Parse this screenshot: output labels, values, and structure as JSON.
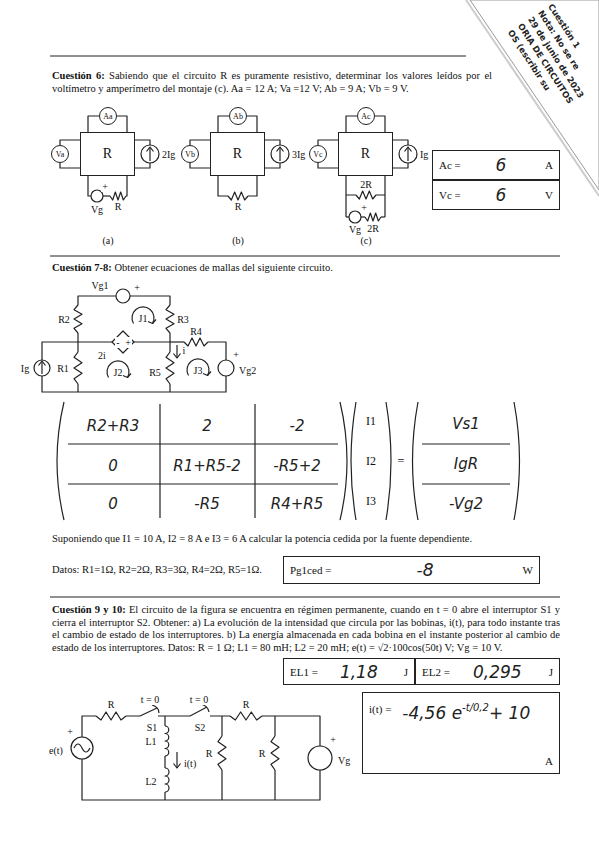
{
  "diagram": {
    "nodes": [
      {
        "text": [
          "Aa"
        ]
      },
      {
        "text": [
          "Va"
        ]
      },
      {
        "text": [
          "R"
        ]
      },
      {
        "text": [
          "Ab"
        ]
      },
      {
        "text": [
          "Vb"
        ]
      },
      {
        "text": [
          "R"
        ]
      },
      {
        "text": [
          "Ac"
        ]
      },
      {
        "text": [
          "Vc"
        ]
      },
      {
        "text": [
          "R"
        ]
      },
      {
        "text": [
          "Ac =",
          "6",
          "A"
        ]
      },
      {
        "text": [
          "Vc =",
          "6",
          "V"
        ]
      },
      {
        "text": [
          "Pg1ced =",
          "-8",
          "W"
        ]
      },
      {
        "text": [
          "EL1 =",
          "1,18",
          "J"
        ]
      },
      {
        "text": [
          "EL2 =",
          "0,295",
          "J"
        ]
      },
      {
        "text": [
          "i(t) =",
          "-4,56 e",
          "-t/0,2",
          "+ 10",
          "A"
        ]
      }
    ],
    "edges": [
      {
        "from": 0,
        "to": 2,
        "arrow": "none"
      },
      {
        "from": 1,
        "to": 2,
        "arrow": "none"
      },
      {
        "from": 3,
        "to": 5,
        "arrow": "none"
      },
      {
        "from": 4,
        "to": 5,
        "arrow": "none"
      },
      {
        "from": 6,
        "to": 8,
        "arrow": "none"
      },
      {
        "from": 7,
        "to": 8,
        "arrow": "none"
      }
    ],
    "labels": [
      "Cuestión 6:",
      "Sabiendo que el circuito R es puramente resistivo, determinar los valores leídos por el voltímetro y amperímetro del montaje (c). Aa = 12 A; Va =12 V; Ab = 9 A; Vb = 9 V.",
      "OS (escribir su",
      "ORIA DE CIRCUITOS",
      "29 de junio de 2023",
      "Nota: No se re",
      "Cuestión 1",
      "+",
      "Vg",
      "R",
      "2Ig",
      "(a)",
      "R",
      "3Ig",
      "(b)",
      "Ig",
      "2R",
      "+",
      "Vg",
      "2R",
      "(c)",
      "Cuestión 7-8:",
      "Obtener ecuaciones de mallas del siguiente circuito.",
      "Vg1",
      "+",
      "R2",
      "J1",
      "R3",
      "R4",
      "-",
      "+",
      "2i",
      "J2",
      "i",
      "J3",
      "Ig",
      "R1",
      "R5",
      "+",
      "Vg2",
      "R2+R3",
      "2",
      "-2",
      "0",
      "R1+R5-2",
      "-R5+2",
      "0",
      "-R5",
      "R4+R5",
      "I1",
      "I2",
      "I3",
      "=",
      "Vs1",
      "IgR",
      "-Vg2",
      "Suponiendo que I1 = 10 A, I2 = 8 A e I3 = 6 A calcular la potencia cedida por la fuente dependiente.",
      "Datos: R1=1Ω, R2=2Ω, R3=3Ω, R4=2Ω, R5=1Ω.",
      "Cuestión 9 y 10:",
      "El circuito de la figura se encuentra en régimen permanente, cuando en t = 0 abre el interruptor S1 y cierra el interruptor S2. Obtener: a) La evolución de la intensidad que circula por las bobinas, i(t), para todo instante tras el cambio de estado de los interruptores. b) La energía almacenada en cada bobina en el instante posterior al cambio de estado de los interruptores. Datos: R = 1 Ω; L1 = 80 mH; L2 = 20 mH; e(t) = √2·100cos(50t) V; Vg = 10 V.",
      "R",
      "t = 0",
      "S1",
      "t = 0",
      "S2",
      "R",
      "+",
      "L1",
      "e(t)",
      "i(t)",
      "R",
      "R",
      "+",
      "Vg",
      "L2"
    ]
  }
}
